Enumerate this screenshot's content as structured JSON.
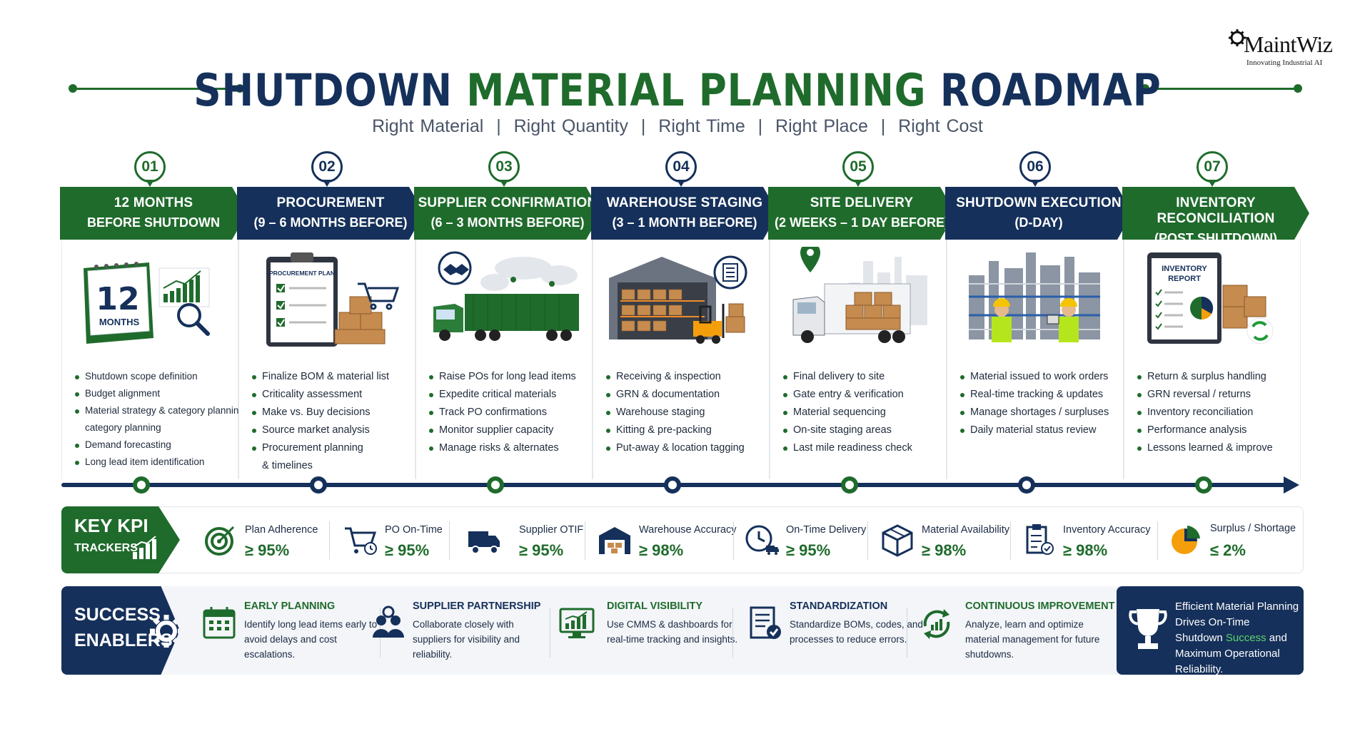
{
  "logo": {
    "brand": "MaintWiz",
    "tagline": "Innovating Industrial AI"
  },
  "title": {
    "part1": "SHUTDOWN",
    "part2": "MATERIAL PLANNING",
    "part3": "ROADMAP"
  },
  "subtitle": "Right Material  |  Right Quantity  |  Right Time  |  Right Place  |  Right Cost",
  "colors": {
    "navy": "#15305a",
    "green": "#1f6b2c"
  },
  "phases": [
    {
      "num": "01",
      "line1": "12 MONTHS",
      "line2": "BEFORE SHUTDOWN",
      "theme": "green",
      "illustration": "calendar-icon",
      "calendar_number": "12",
      "calendar_label": "MONTHS",
      "bullets": [
        "Shutdown scope definition",
        "Budget alignment",
        "Material strategy & category planning",
        "category planning",
        "Demand forecasting",
        "Long lead item identification"
      ]
    },
    {
      "num": "02",
      "line1": "PROCUREMENT",
      "line2": "(9 – 6 MONTHS BEFORE)",
      "theme": "navy",
      "illustration": "clipboard-icon",
      "clipboard_label": "PROCUREMENT PLAN",
      "bullets": [
        "Finalize BOM & material list",
        "Criticality assessment",
        "Make vs. Buy decisions",
        "Source market analysis",
        "Procurement planning",
        "& timelines"
      ]
    },
    {
      "num": "03",
      "line1": "SUPPLIER CONFIRMATION",
      "line2": "(6 – 3 MONTHS BEFORE)",
      "theme": "green",
      "illustration": "truck-icon",
      "bullets": [
        "Raise POs for long lead items",
        "Expedite critical materials",
        "Track PO confirmations",
        "Monitor supplier capacity",
        "Manage risks & alternates"
      ]
    },
    {
      "num": "04",
      "line1": "WAREHOUSE STAGING",
      "line2": "(3 – 1 MONTH BEFORE)",
      "theme": "navy",
      "illustration": "warehouse-icon",
      "bullets": [
        "Receiving & inspection",
        "GRN & documentation",
        "Warehouse staging",
        "Kitting & pre-packing",
        "Put-away & location tagging"
      ]
    },
    {
      "num": "05",
      "line1": "SITE DELIVERY",
      "line2": "(2 WEEKS – 1 DAY BEFORE)",
      "theme": "green",
      "illustration": "delivery-truck-icon",
      "bullets": [
        "Final delivery to site",
        "Gate entry & verification",
        "Material sequencing",
        "On-site staging areas",
        "Last mile readiness check"
      ]
    },
    {
      "num": "06",
      "line1": "SHUTDOWN EXECUTION",
      "line2": "(D-DAY)",
      "theme": "navy",
      "illustration": "plant-icon",
      "bullets": [
        "Material issued to work orders",
        "Real-time tracking & updates",
        "Manage shortages / surpluses",
        "Daily material status review"
      ]
    },
    {
      "num": "07",
      "line1": "INVENTORY RECONCILIATION",
      "line2": "(POST SHUTDOWN)",
      "theme": "green",
      "illustration": "report-icon",
      "report_label_1": "INVENTORY",
      "report_label_2": "REPORT",
      "bullets": [
        "Return & surplus handling",
        "GRN reversal / returns",
        "Inventory reconciliation",
        "Performance analysis",
        "Lessons learned & improve"
      ]
    }
  ],
  "kpi": {
    "head1": "KEY KPI",
    "head2": "TRACKERS",
    "items": [
      {
        "name": "Plan Adherence",
        "value": "≥ 95%",
        "icon": "target-icon"
      },
      {
        "name": "PO On-Time",
        "value": "≥ 95%",
        "icon": "cart-clock-icon"
      },
      {
        "name": "Supplier OTIF",
        "value": "≥ 95%",
        "icon": "truck-icon"
      },
      {
        "name": "Warehouse Accuracy",
        "value": "≥ 98%",
        "icon": "warehouse-icon"
      },
      {
        "name": "On-Time Delivery",
        "value": "≥ 95%",
        "icon": "clock-truck-icon"
      },
      {
        "name": "Material Availability",
        "value": "≥ 98%",
        "icon": "box-icon"
      },
      {
        "name": "Inventory Accuracy",
        "value": "≥ 98%",
        "icon": "checklist-icon"
      },
      {
        "name": "Surplus / Shortage",
        "value": "≤ 2%",
        "icon": "pie-icon"
      }
    ]
  },
  "enablers": {
    "head1": "SUCCESS",
    "head2": "ENABLERS",
    "items": [
      {
        "title": "EARLY PLANNING",
        "desc": "Identify long lead items early to avoid delays and cost escalations.",
        "icon": "calendar-grid-icon"
      },
      {
        "title": "SUPPLIER PARTNERSHIP",
        "desc": "Collaborate closely with suppliers for visibility and reliability.",
        "icon": "people-icon"
      },
      {
        "title": "DIGITAL VISIBILITY",
        "desc": "Use CMMS & dashboards for real-time tracking and insights.",
        "icon": "monitor-chart-icon"
      },
      {
        "title": "STANDARDIZATION",
        "desc": "Standardize BOMs, codes, and processes to reduce errors.",
        "icon": "document-check-icon"
      },
      {
        "title": "CONTINUOUS IMPROVEMENT",
        "desc": "Analyze, learn and optimize material management for future shutdowns.",
        "icon": "cycle-chart-icon"
      }
    ],
    "final": {
      "pre": "Efficient Material Planning Drives On-Time Shutdown ",
      "highlight": "Success",
      "post": " and Maximum Operational Reliability."
    }
  }
}
